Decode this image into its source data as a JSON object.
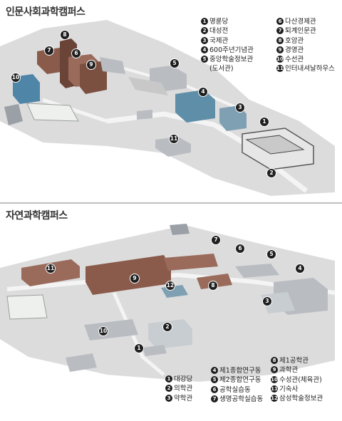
{
  "humanities": {
    "title": "인문사회과학캠퍼스",
    "legend_left": [
      {
        "num": "1",
        "label": "명륜당"
      },
      {
        "num": "2",
        "label": "대성전"
      },
      {
        "num": "3",
        "label": "국제관"
      },
      {
        "num": "4",
        "label": "600주년기념관"
      },
      {
        "num": "5",
        "label": "중앙학술정보관",
        "sub": "(도서관)"
      }
    ],
    "legend_right": [
      {
        "num": "6",
        "label": "다산경제관"
      },
      {
        "num": "7",
        "label": "퇴계인문관"
      },
      {
        "num": "8",
        "label": "호암관"
      },
      {
        "num": "9",
        "label": "경영관"
      },
      {
        "num": "10",
        "label": "수선관"
      },
      {
        "num": "11",
        "label": "인터내셔날하우스"
      }
    ],
    "markers": [
      {
        "num": "8"
      },
      {
        "num": "7"
      },
      {
        "num": "6"
      },
      {
        "num": "9"
      },
      {
        "num": "10"
      },
      {
        "num": "5"
      },
      {
        "num": "4"
      },
      {
        "num": "3"
      },
      {
        "num": "1"
      },
      {
        "num": "11"
      },
      {
        "num": "2"
      }
    ]
  },
  "natural": {
    "title": "자연과학캠퍼스",
    "legend_col1": [
      {
        "num": "1",
        "label": "대강당"
      },
      {
        "num": "2",
        "label": "의학관"
      },
      {
        "num": "3",
        "label": "약학관"
      }
    ],
    "legend_col2": [
      {
        "num": "4",
        "label": "제1종합연구동"
      },
      {
        "num": "5",
        "label": "제2종합연구동"
      },
      {
        "num": "6",
        "label": "공학실습동"
      },
      {
        "num": "7",
        "label": "생명공학실습동"
      }
    ],
    "legend_col3": [
      {
        "num": "8",
        "label": "제1공학관"
      },
      {
        "num": "9",
        "label": "과학관"
      },
      {
        "num": "10",
        "label": "수성관(체육관)"
      },
      {
        "num": "11",
        "label": "기숙사"
      },
      {
        "num": "12",
        "label": "삼성학술정보관"
      }
    ],
    "markers": [
      {
        "num": "7"
      },
      {
        "num": "6"
      },
      {
        "num": "5"
      },
      {
        "num": "4"
      },
      {
        "num": "11"
      },
      {
        "num": "9"
      },
      {
        "num": "12"
      },
      {
        "num": "8"
      },
      {
        "num": "3"
      },
      {
        "num": "10"
      },
      {
        "num": "2"
      },
      {
        "num": "1"
      }
    ]
  },
  "colors": {
    "ground": "#dcdcdc",
    "road": "#f4f4f4",
    "brick": "#8a5a4a",
    "blue": "#4f86a8",
    "grey_building": "#b9bdc2",
    "badge": "#1f1f1f"
  }
}
